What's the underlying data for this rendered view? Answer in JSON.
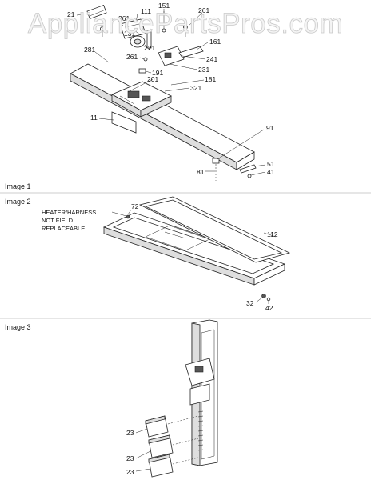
{
  "watermark": "AppliancePartsPros.com",
  "sections": [
    {
      "title": "Image 1"
    },
    {
      "title": "Image 2",
      "note_lines": [
        "HEATER/HARNESS",
        "NOT FIELD",
        "REPLACEABLE"
      ]
    },
    {
      "title": "Image 3"
    }
  ],
  "callouts": {
    "c21": "21",
    "c111": "111",
    "c151": "151",
    "c261a": "261",
    "c261b": "261",
    "c261c": "261",
    "c131": "131",
    "c221": "221",
    "c161": "161",
    "c281": "281",
    "c241": "241",
    "c231": "231",
    "c191": "191",
    "c201": "201",
    "c181": "181",
    "c321": "321",
    "c11": "11",
    "c91": "91",
    "c51": "51",
    "c41": "41",
    "c81": "81",
    "c72": "72",
    "c112": "112",
    "c32": "32",
    "c42": "42",
    "c23a": "23",
    "c23b": "23",
    "c23c": "23"
  }
}
